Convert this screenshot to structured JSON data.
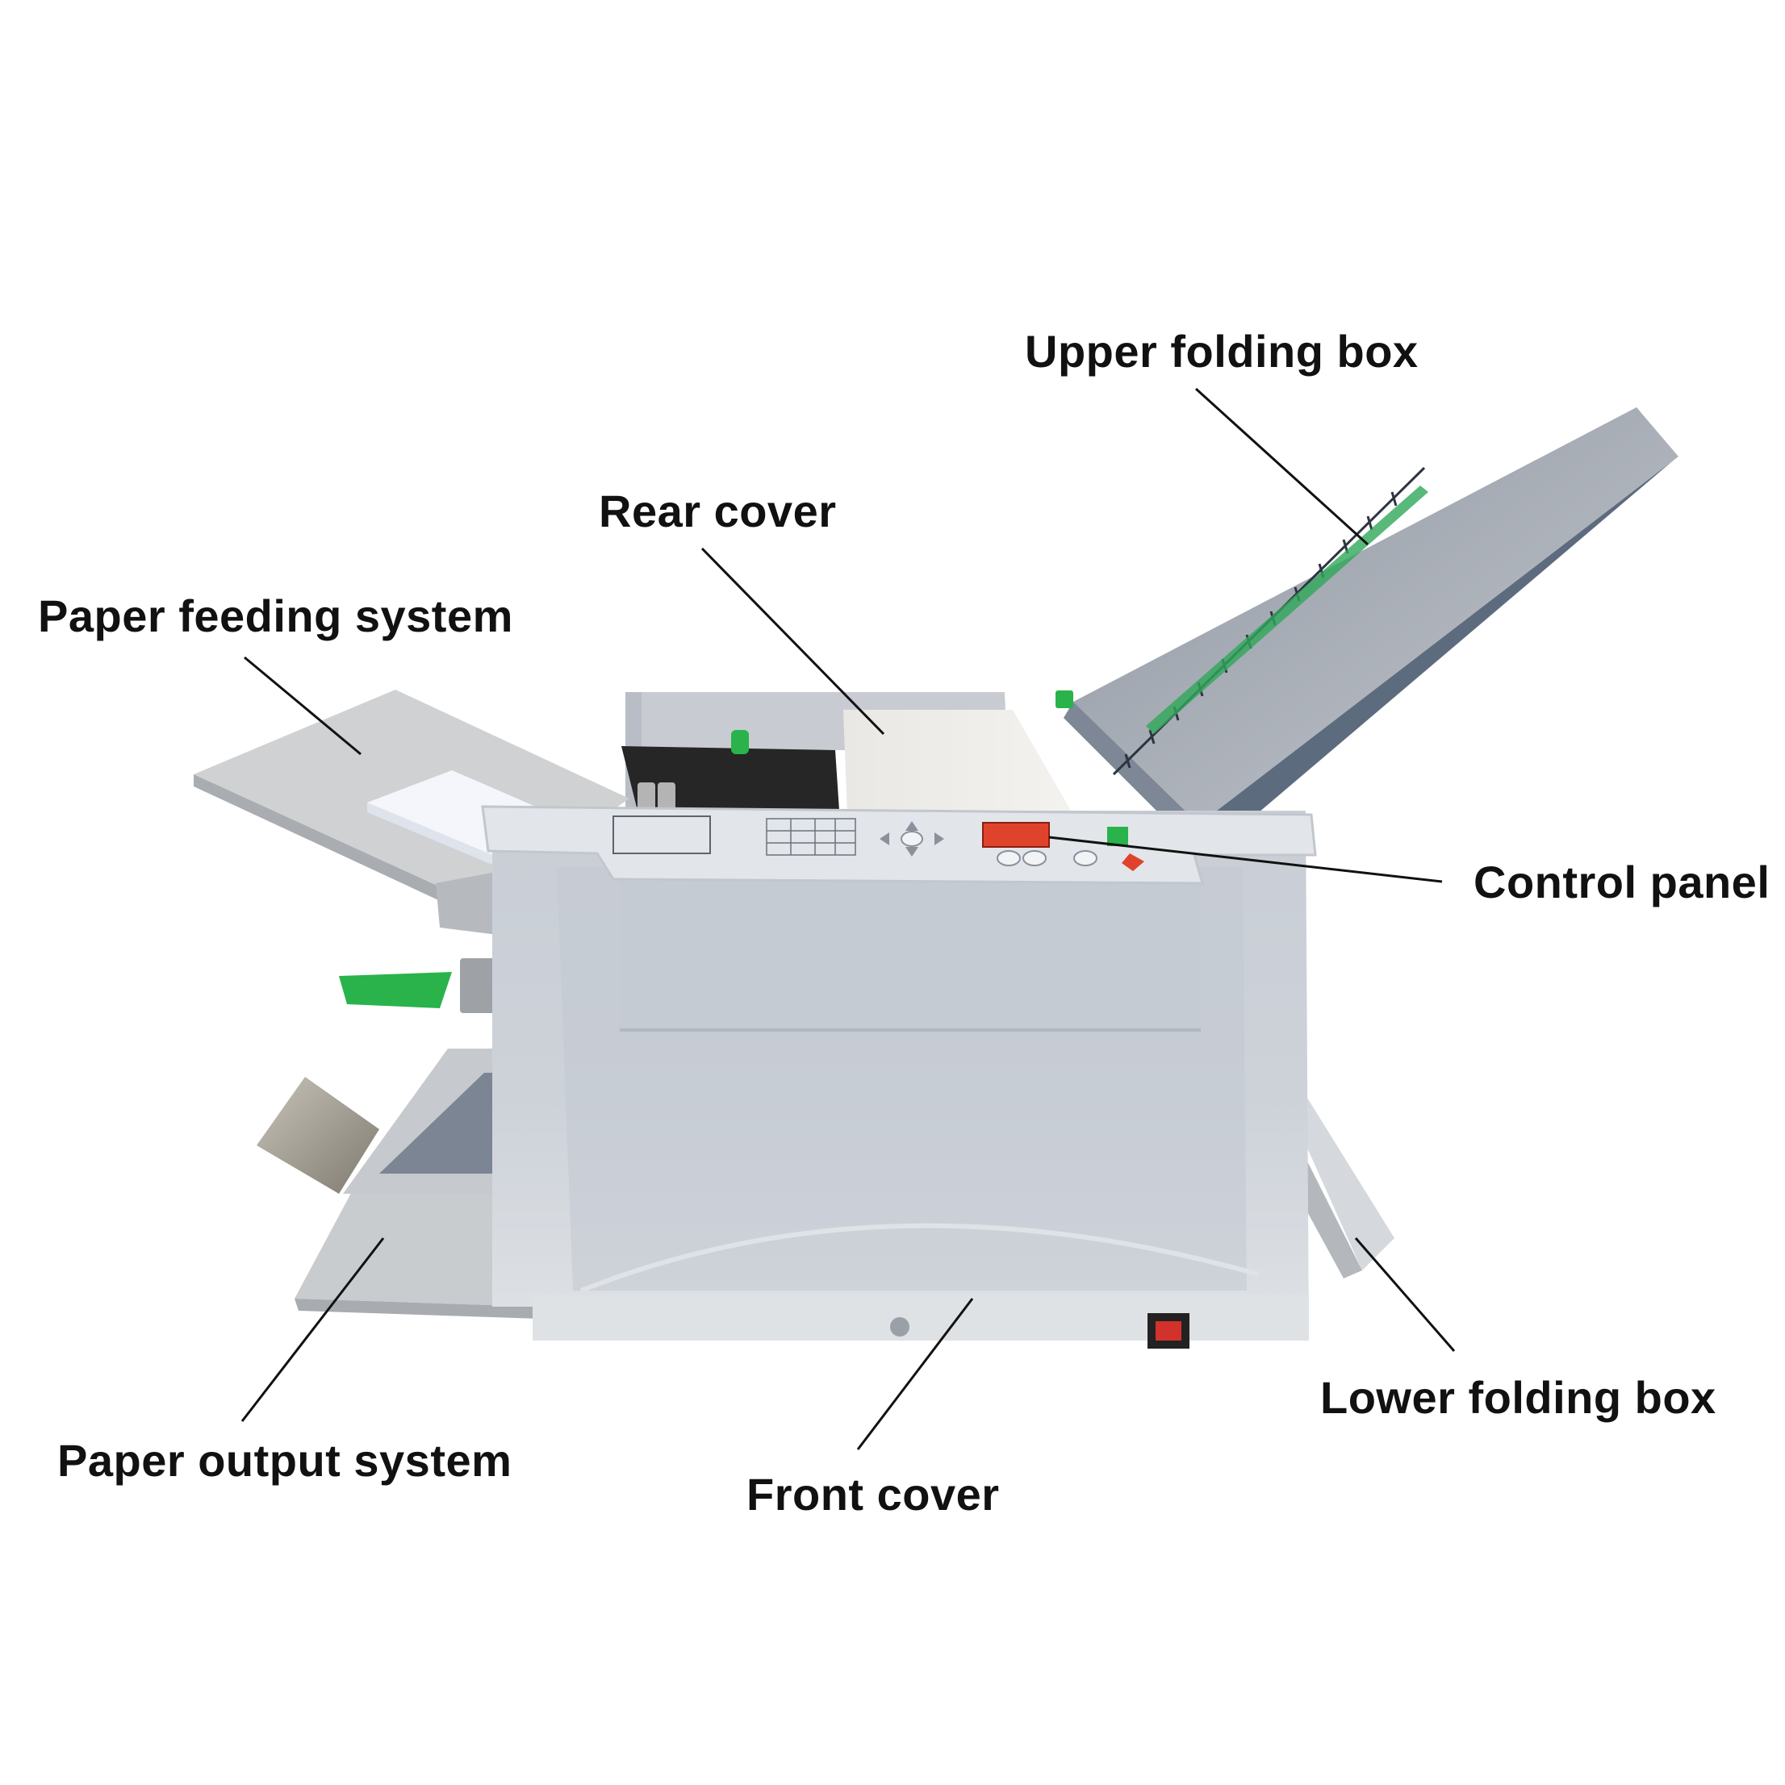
{
  "labels": {
    "upper_folding_box": "Upper folding box",
    "rear_cover": "Rear cover",
    "paper_feeding_system": "Paper feeding system",
    "control_panel": "Control panel",
    "lower_folding_box": "Lower folding box",
    "paper_output_system": "Paper output system",
    "front_cover": "Front cover"
  },
  "colors": {
    "body_grey": "#cfd4da",
    "body_light": "#e6e9ec",
    "tray_grey": "#c9ccd0",
    "upper_box_dark": "#5f6d80",
    "upper_box_top": "#aeb3ba",
    "display_red": "#e0432b",
    "accent_green": "#29b34a",
    "steel": "#a39f96",
    "text": "#111111"
  },
  "icons": {
    "start_button": "green-arrow-icon",
    "stop_button": "red-stop-icon",
    "power_switch": "rocker-switch-icon"
  }
}
